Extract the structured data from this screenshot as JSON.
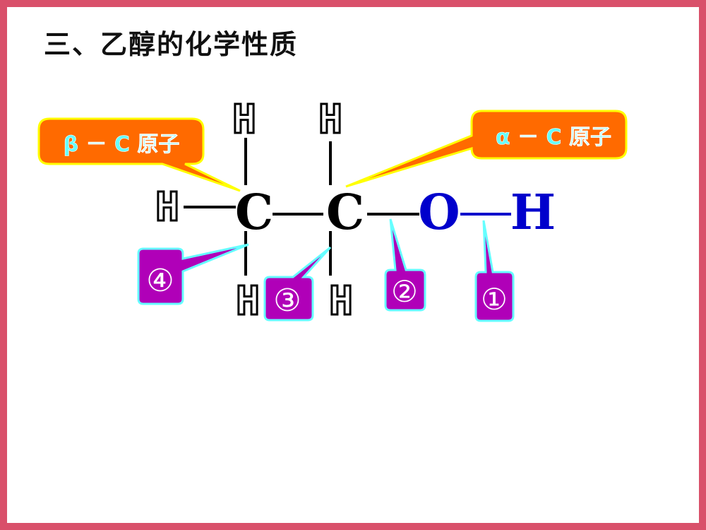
{
  "title": "三、乙醇的化学性质",
  "molecule": {
    "atoms": {
      "h_top_left": "H",
      "h_top_right": "H",
      "h_left": "H",
      "c_beta": "C",
      "c_alpha": "C",
      "o": "O",
      "h_oh": "H",
      "h_bottom_left": "H",
      "h_bottom_right": "H"
    }
  },
  "callouts": {
    "beta": "β － C 原子",
    "alpha": "α － C 原子"
  },
  "bond_labels": {
    "b1": "①",
    "b2": "②",
    "b3": "③",
    "b4": "④"
  },
  "colors": {
    "border": "#d9506a",
    "callout_fill": "#ff6a00",
    "callout_stroke": "#ffff00",
    "callout_text": "#66ffff",
    "label_fill": "#b000b8",
    "label_stroke": "#66ffff",
    "oh_color": "#0000cc"
  }
}
